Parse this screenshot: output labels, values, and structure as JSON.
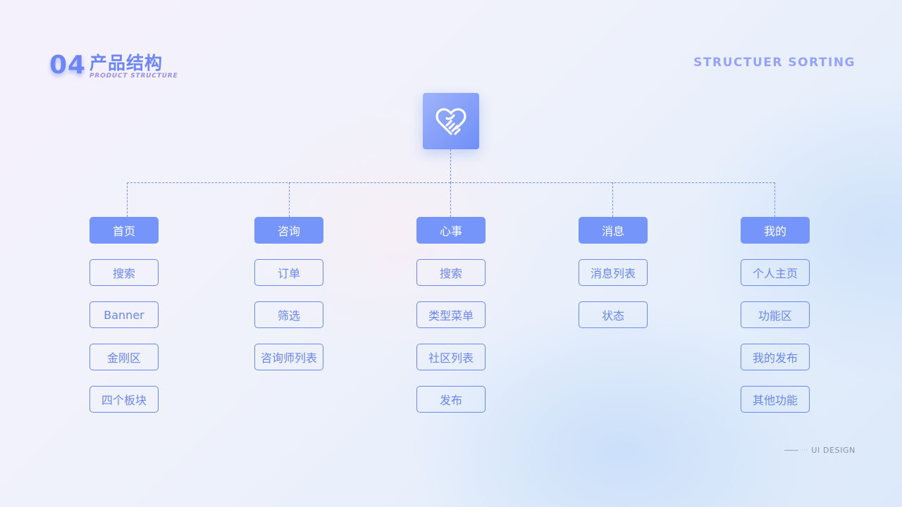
{
  "header": {
    "section_number": "04",
    "title": "产品结构",
    "subtitle": "PRODUCT STRUCTURE",
    "right_label": "STRUCTUER SORTING"
  },
  "root": {
    "icon": "heart-handshake-icon",
    "color_from": "#9fb3fb",
    "color_to": "#6f8ff7"
  },
  "branches": [
    {
      "label": "首页",
      "children": [
        "搜索",
        "Banner",
        "金刚区",
        "四个板块"
      ]
    },
    {
      "label": "咨询",
      "children": [
        "订单",
        "筛选",
        "咨询师列表"
      ]
    },
    {
      "label": "心事",
      "children": [
        "搜索",
        "类型菜单",
        "社区列表",
        "发布"
      ]
    },
    {
      "label": "消息",
      "children": [
        "消息列表",
        "状态"
      ]
    },
    {
      "label": "我的",
      "children": [
        "个人主页",
        "功能区",
        "我的发布",
        "其他功能"
      ]
    }
  ],
  "footer": {
    "label": "UI DESIGN"
  },
  "colors": {
    "accent": "#7595fa",
    "border": "#6a8af2",
    "child_text": "#6a86e8",
    "header_title": "#6d86f3",
    "header_right": "#96a3f5"
  }
}
